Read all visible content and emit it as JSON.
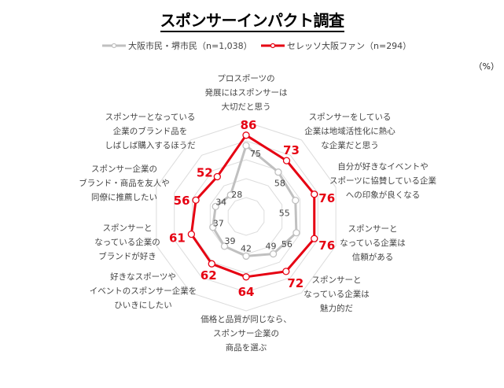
{
  "chart_data": {
    "type": "radar",
    "title": "スポンサーインパクト調査",
    "unit": "（%）",
    "range": [
      0,
      100
    ],
    "grid_step": 20,
    "categories": [
      [
        "プロスポーツの",
        "発展にはスポンサーは",
        "大切だと思う"
      ],
      [
        "スポンサーをしている",
        "企業は地域活性化に熱心",
        "な企業だと思う"
      ],
      [
        "自分が好きなイベントや",
        "スポーツに協賛している企業",
        "への印象が良くなる"
      ],
      [
        "スポンサーと",
        "なっている企業は",
        "信頼がある"
      ],
      [
        "スポンサーと",
        "なっている企業は",
        "魅力的だ"
      ],
      [
        "価格と品質が同じなら、",
        "スポンサー企業の",
        "商品を選ぶ"
      ],
      [
        "好きなスポーツや",
        "イベントのスポンサー企業を",
        "ひいきにしたい"
      ],
      [
        "スポンサーと",
        "なっている企業の",
        "ブランドが好き"
      ],
      [
        "スポンサー企業の",
        "ブランド・商品を友人や",
        "同僚に推薦したい"
      ],
      [
        "スポンサーとなっている",
        "企業のブランド品を",
        "しばしば購入するほうだ"
      ]
    ],
    "series": [
      {
        "name": "大阪市民・堺市民（n=1,038）",
        "color": "#c0c0c0",
        "values": [
          75,
          58,
          55,
          56,
          49,
          42,
          39,
          37,
          34,
          28
        ]
      },
      {
        "name": "セレッソ大阪ファン（n=294）",
        "color": "#e60012",
        "values": [
          86,
          73,
          76,
          76,
          72,
          64,
          62,
          61,
          56,
          52
        ]
      }
    ],
    "legend": "top"
  }
}
